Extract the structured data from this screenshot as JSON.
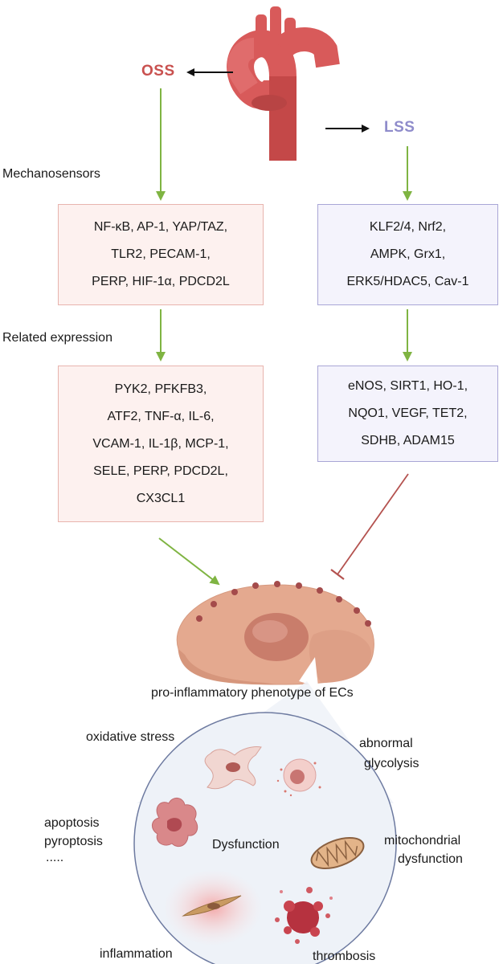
{
  "colors": {
    "oss": "#c9514f",
    "lss": "#8f8ccb",
    "arrow_green": "#7fb442",
    "inhibit_red": "#b4524f",
    "oss_box_fill": "#fdf1ef",
    "lss_box_fill": "#f4f3fc",
    "aorta": "#d85a5a",
    "cell": "#e4a98f"
  },
  "labels": {
    "oss": "OSS",
    "lss": "LSS",
    "mechanosensors": "Mechanosensors",
    "related_expression": "Related expression",
    "phenotype": "pro-inflammatory phenotype of ECs"
  },
  "oss_mechanosensors": [
    "NF-κB, AP-1, YAP/TAZ,",
    "TLR2, PECAM-1,",
    "PERP, HIF-1α, PDCD2L"
  ],
  "oss_expression": [
    "PYK2, PFKFB3,",
    "ATF2, TNF-α, IL-6,",
    "VCAM-1, IL-1β, MCP-1,",
    "SELE, PERP, PDCD2L,",
    "CX3CL1"
  ],
  "lss_mechanosensors": [
    "KLF2/4, Nrf2,",
    "AMPK, Grx1,",
    "ERK5/HDAC5, Cav-1"
  ],
  "lss_expression": [
    "eNOS, SIRT1, HO-1,",
    "NQO1, VEGF, TET2,",
    "SDHB, ADAM15"
  ],
  "dysfunction": {
    "center": "Dysfunction",
    "oxidative_stress": "oxidative stress",
    "abnormal": "abnormal",
    "glycolysis": "glycolysis",
    "apoptosis": "apoptosis",
    "pyroptosis": "pyroptosis",
    "ellipsis": ".....",
    "mitochondrial": "mitochondrial",
    "mito_dysfunction": "dysfunction",
    "inflammation": "inflammation",
    "thrombosis": "thrombosis"
  },
  "icons": [
    "aorta-icon",
    "endothelial-cell-icon",
    "stressed-cell-icon",
    "glycolysis-cell-icon",
    "apoptotic-cell-icon",
    "mitochondrion-icon",
    "inflamed-cell-icon",
    "thrombus-icon"
  ]
}
